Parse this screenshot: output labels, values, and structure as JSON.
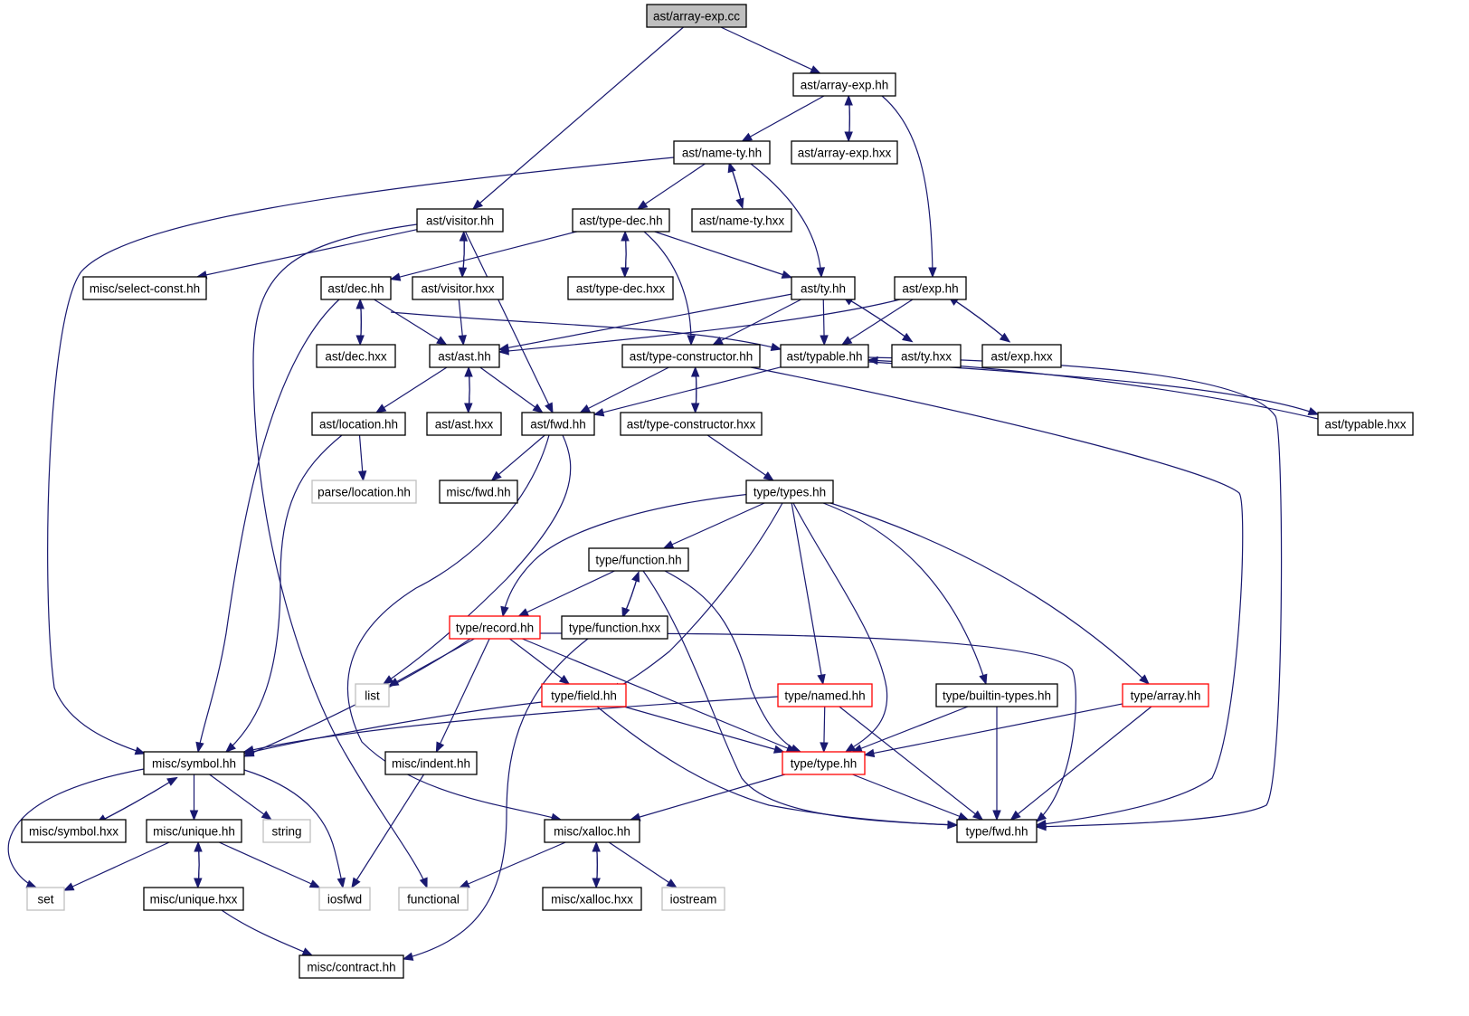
{
  "colors": {
    "edge": "#191970",
    "node_border": "#000000",
    "root_fill": "#bfbfbf",
    "truncated_border": "#ff0000",
    "external_border": "#bfbfbf",
    "external_text": "#000000",
    "background": "#ffffff"
  },
  "legend_kinds": {
    "root": "current file (grey fill)",
    "normal": "documented header (black border)",
    "truncated": "graph truncated (red border)",
    "external": "undocumented / system header (grey border)"
  },
  "nodes": [
    {
      "id": "array_exp_cc",
      "label": "ast/array-exp.cc",
      "kind": "root"
    },
    {
      "id": "array_exp_hh",
      "label": "ast/array-exp.hh",
      "kind": "normal"
    },
    {
      "id": "name_ty_hh",
      "label": "ast/name-ty.hh",
      "kind": "normal"
    },
    {
      "id": "array_exp_hxx",
      "label": "ast/array-exp.hxx",
      "kind": "normal"
    },
    {
      "id": "visitor_hh",
      "label": "ast/visitor.hh",
      "kind": "normal"
    },
    {
      "id": "type_dec_hh",
      "label": "ast/type-dec.hh",
      "kind": "normal"
    },
    {
      "id": "name_ty_hxx",
      "label": "ast/name-ty.hxx",
      "kind": "normal"
    },
    {
      "id": "select_const_hh",
      "label": "misc/select-const.hh",
      "kind": "normal"
    },
    {
      "id": "dec_hh",
      "label": "ast/dec.hh",
      "kind": "normal"
    },
    {
      "id": "visitor_hxx",
      "label": "ast/visitor.hxx",
      "kind": "normal"
    },
    {
      "id": "type_dec_hxx",
      "label": "ast/type-dec.hxx",
      "kind": "normal"
    },
    {
      "id": "ty_hh",
      "label": "ast/ty.hh",
      "kind": "normal"
    },
    {
      "id": "exp_hh",
      "label": "ast/exp.hh",
      "kind": "normal"
    },
    {
      "id": "dec_hxx",
      "label": "ast/dec.hxx",
      "kind": "normal"
    },
    {
      "id": "ast_hh",
      "label": "ast/ast.hh",
      "kind": "normal"
    },
    {
      "id": "type_constructor_hh",
      "label": "ast/type-constructor.hh",
      "kind": "normal"
    },
    {
      "id": "typable_hh",
      "label": "ast/typable.hh",
      "kind": "normal"
    },
    {
      "id": "ty_hxx",
      "label": "ast/ty.hxx",
      "kind": "normal"
    },
    {
      "id": "exp_hxx",
      "label": "ast/exp.hxx",
      "kind": "normal"
    },
    {
      "id": "location_hh",
      "label": "ast/location.hh",
      "kind": "normal"
    },
    {
      "id": "ast_hxx",
      "label": "ast/ast.hxx",
      "kind": "normal"
    },
    {
      "id": "ast_fwd_hh",
      "label": "ast/fwd.hh",
      "kind": "normal"
    },
    {
      "id": "type_constructor_hxx",
      "label": "ast/type-constructor.hxx",
      "kind": "normal"
    },
    {
      "id": "typable_hxx",
      "label": "ast/typable.hxx",
      "kind": "normal"
    },
    {
      "id": "parse_location_hh",
      "label": "parse/location.hh",
      "kind": "external"
    },
    {
      "id": "misc_fwd_hh",
      "label": "misc/fwd.hh",
      "kind": "normal"
    },
    {
      "id": "types_hh",
      "label": "type/types.hh",
      "kind": "normal"
    },
    {
      "id": "function_hh",
      "label": "type/function.hh",
      "kind": "normal"
    },
    {
      "id": "record_hh",
      "label": "type/record.hh",
      "kind": "truncated"
    },
    {
      "id": "function_hxx",
      "label": "type/function.hxx",
      "kind": "normal"
    },
    {
      "id": "list",
      "label": "list",
      "kind": "external"
    },
    {
      "id": "field_hh",
      "label": "type/field.hh",
      "kind": "truncated"
    },
    {
      "id": "named_hh",
      "label": "type/named.hh",
      "kind": "truncated"
    },
    {
      "id": "builtin_types_hh",
      "label": "type/builtin-types.hh",
      "kind": "normal"
    },
    {
      "id": "array_hh",
      "label": "type/array.hh",
      "kind": "truncated"
    },
    {
      "id": "symbol_hh",
      "label": "misc/symbol.hh",
      "kind": "normal"
    },
    {
      "id": "indent_hh",
      "label": "misc/indent.hh",
      "kind": "normal"
    },
    {
      "id": "type_hh",
      "label": "type/type.hh",
      "kind": "truncated"
    },
    {
      "id": "symbol_hxx",
      "label": "misc/symbol.hxx",
      "kind": "normal"
    },
    {
      "id": "unique_hh",
      "label": "misc/unique.hh",
      "kind": "normal"
    },
    {
      "id": "string",
      "label": "string",
      "kind": "external"
    },
    {
      "id": "xalloc_hh",
      "label": "misc/xalloc.hh",
      "kind": "normal"
    },
    {
      "id": "type_fwd_hh",
      "label": "type/fwd.hh",
      "kind": "normal"
    },
    {
      "id": "set",
      "label": "set",
      "kind": "external"
    },
    {
      "id": "unique_hxx",
      "label": "misc/unique.hxx",
      "kind": "normal"
    },
    {
      "id": "iosfwd",
      "label": "iosfwd",
      "kind": "external"
    },
    {
      "id": "functional",
      "label": "functional",
      "kind": "external"
    },
    {
      "id": "xalloc_hxx",
      "label": "misc/xalloc.hxx",
      "kind": "normal"
    },
    {
      "id": "iostream",
      "label": "iostream",
      "kind": "external"
    },
    {
      "id": "contract_hh",
      "label": "misc/contract.hh",
      "kind": "normal"
    }
  ],
  "edges": [
    [
      "array_exp_cc",
      "array_exp_hh"
    ],
    [
      "array_exp_cc",
      "visitor_hh"
    ],
    [
      "array_exp_hh",
      "name_ty_hh"
    ],
    [
      "array_exp_hh",
      "array_exp_hxx"
    ],
    [
      "array_exp_hxx",
      "array_exp_hh"
    ],
    [
      "array_exp_hh",
      "exp_hh"
    ],
    [
      "name_ty_hh",
      "symbol_hh"
    ],
    [
      "name_ty_hh",
      "type_dec_hh"
    ],
    [
      "name_ty_hh",
      "name_ty_hxx"
    ],
    [
      "name_ty_hxx",
      "name_ty_hh"
    ],
    [
      "name_ty_hh",
      "ty_hh"
    ],
    [
      "visitor_hh",
      "select_const_hh"
    ],
    [
      "visitor_hh",
      "functional"
    ],
    [
      "visitor_hh",
      "visitor_hxx"
    ],
    [
      "visitor_hxx",
      "visitor_hh"
    ],
    [
      "visitor_hh",
      "ast_fwd_hh"
    ],
    [
      "visitor_hxx",
      "ast_hh"
    ],
    [
      "type_dec_hh",
      "dec_hh"
    ],
    [
      "type_dec_hh",
      "type_dec_hxx"
    ],
    [
      "type_dec_hxx",
      "type_dec_hh"
    ],
    [
      "type_dec_hh",
      "ty_hh"
    ],
    [
      "type_dec_hh",
      "type_constructor_hh"
    ],
    [
      "dec_hh",
      "dec_hxx"
    ],
    [
      "dec_hxx",
      "dec_hh"
    ],
    [
      "dec_hh",
      "ast_hh"
    ],
    [
      "dec_hh",
      "typable_hh"
    ],
    [
      "dec_hh",
      "symbol_hh"
    ],
    [
      "ty_hh",
      "ast_hh"
    ],
    [
      "ty_hh",
      "type_constructor_hh"
    ],
    [
      "ty_hh",
      "typable_hh"
    ],
    [
      "ty_hh",
      "ty_hxx"
    ],
    [
      "ty_hxx",
      "ty_hh"
    ],
    [
      "exp_hh",
      "ast_hh"
    ],
    [
      "exp_hh",
      "typable_hh"
    ],
    [
      "exp_hh",
      "exp_hxx"
    ],
    [
      "exp_hxx",
      "exp_hh"
    ],
    [
      "ast_hh",
      "location_hh"
    ],
    [
      "ast_hh",
      "ast_hxx"
    ],
    [
      "ast_hxx",
      "ast_hh"
    ],
    [
      "ast_hh",
      "ast_fwd_hh"
    ],
    [
      "type_constructor_hh",
      "ast_fwd_hh"
    ],
    [
      "type_constructor_hh",
      "type_constructor_hxx"
    ],
    [
      "type_constructor_hxx",
      "type_constructor_hh"
    ],
    [
      "type_constructor_hh",
      "type_fwd_hh"
    ],
    [
      "typable_hh",
      "ast_fwd_hh"
    ],
    [
      "typable_hh",
      "typable_hxx"
    ],
    [
      "typable_hxx",
      "typable_hh"
    ],
    [
      "typable_hh",
      "type_fwd_hh"
    ],
    [
      "location_hh",
      "parse_location_hh"
    ],
    [
      "location_hh",
      "symbol_hh"
    ],
    [
      "ast_fwd_hh",
      "misc_fwd_hh"
    ],
    [
      "ast_fwd_hh",
      "list"
    ],
    [
      "ast_fwd_hh",
      "xalloc_hh"
    ],
    [
      "type_constructor_hxx",
      "types_hh"
    ],
    [
      "types_hh",
      "function_hh"
    ],
    [
      "types_hh",
      "record_hh"
    ],
    [
      "types_hh",
      "field_hh"
    ],
    [
      "types_hh",
      "named_hh"
    ],
    [
      "types_hh",
      "type_hh"
    ],
    [
      "types_hh",
      "builtin_types_hh"
    ],
    [
      "types_hh",
      "array_hh"
    ],
    [
      "function_hh",
      "record_hh"
    ],
    [
      "function_hh",
      "function_hxx"
    ],
    [
      "function_hxx",
      "function_hh"
    ],
    [
      "function_hh",
      "type_hh"
    ],
    [
      "function_hh",
      "type_fwd_hh"
    ],
    [
      "function_hxx",
      "contract_hh"
    ],
    [
      "record_hh",
      "list"
    ],
    [
      "record_hh",
      "symbol_hh"
    ],
    [
      "record_hh",
      "indent_hh"
    ],
    [
      "record_hh",
      "field_hh"
    ],
    [
      "record_hh",
      "type_hh"
    ],
    [
      "record_hh",
      "type_fwd_hh"
    ],
    [
      "field_hh",
      "symbol_hh"
    ],
    [
      "field_hh",
      "type_hh"
    ],
    [
      "field_hh",
      "type_fwd_hh"
    ],
    [
      "named_hh",
      "symbol_hh"
    ],
    [
      "named_hh",
      "type_hh"
    ],
    [
      "named_hh",
      "type_fwd_hh"
    ],
    [
      "builtin_types_hh",
      "type_hh"
    ],
    [
      "builtin_types_hh",
      "type_fwd_hh"
    ],
    [
      "array_hh",
      "type_hh"
    ],
    [
      "array_hh",
      "type_fwd_hh"
    ],
    [
      "type_hh",
      "xalloc_hh"
    ],
    [
      "type_hh",
      "type_fwd_hh"
    ],
    [
      "symbol_hh",
      "symbol_hxx"
    ],
    [
      "symbol_hxx",
      "symbol_hh"
    ],
    [
      "symbol_hh",
      "unique_hh"
    ],
    [
      "symbol_hh",
      "string"
    ],
    [
      "symbol_hh",
      "iosfwd"
    ],
    [
      "symbol_hh",
      "set"
    ],
    [
      "indent_hh",
      "iosfwd"
    ],
    [
      "unique_hh",
      "set"
    ],
    [
      "unique_hh",
      "iosfwd"
    ],
    [
      "unique_hh",
      "unique_hxx"
    ],
    [
      "unique_hxx",
      "unique_hh"
    ],
    [
      "unique_hxx",
      "contract_hh"
    ],
    [
      "xalloc_hh",
      "functional"
    ],
    [
      "xalloc_hh",
      "xalloc_hxx"
    ],
    [
      "xalloc_hxx",
      "xalloc_hh"
    ],
    [
      "xalloc_hh",
      "iostream"
    ]
  ]
}
